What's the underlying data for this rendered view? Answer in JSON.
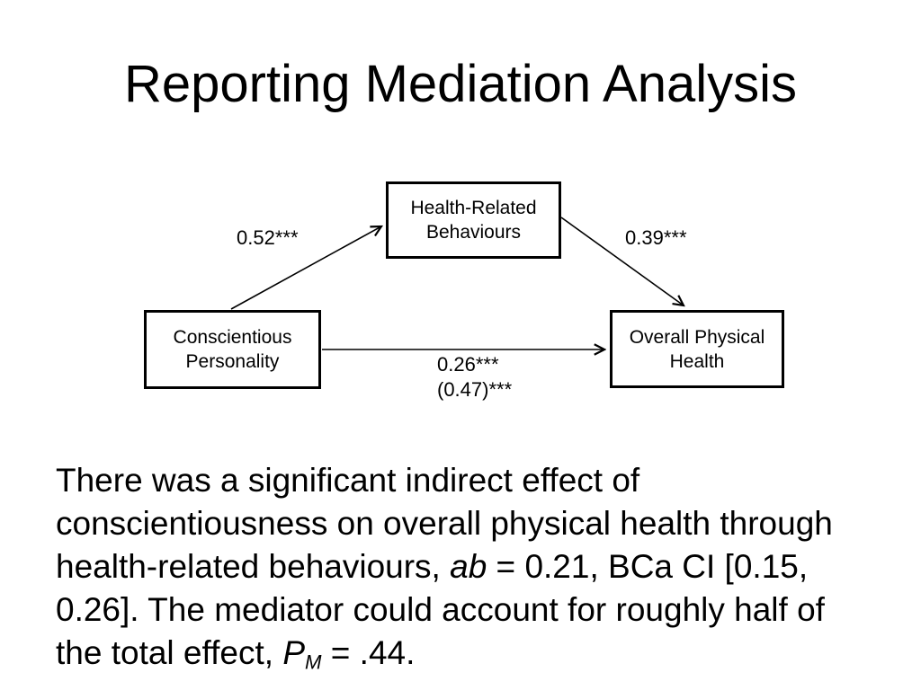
{
  "slide": {
    "title": "Reporting Mediation Analysis"
  },
  "diagram": {
    "mediator_label": "Health-Related Behaviours",
    "predictor_label": "Conscientious Personality",
    "outcome_label": "Overall Physical Health",
    "path_a": "0.52***",
    "path_b": "0.39***",
    "path_c_direct": "0.26***",
    "path_c_total": "(0.47)***"
  },
  "body": {
    "lines": [
      [
        {
          "t": "There was a significant indirect effect of",
          "s": "n"
        }
      ],
      [
        {
          "t": "conscientiousness on overall physical health through",
          "s": "n"
        }
      ],
      [
        {
          "t": "health-related behaviours, ",
          "s": "n"
        },
        {
          "t": "ab",
          "s": "i"
        },
        {
          "t": " = 0.21, BCa CI [0.15,",
          "s": "n"
        }
      ],
      [
        {
          "t": "0.26]. The mediator could account for roughly half of",
          "s": "n"
        }
      ],
      [
        {
          "t": "the total effect, ",
          "s": "n"
        },
        {
          "t": "P",
          "s": "i"
        },
        {
          "t": "M",
          "s": "sub"
        },
        {
          "t": " = .44.",
          "s": "n"
        }
      ]
    ]
  },
  "colors": {
    "text": "#000000",
    "line": "#000000",
    "background": "#ffffff"
  }
}
